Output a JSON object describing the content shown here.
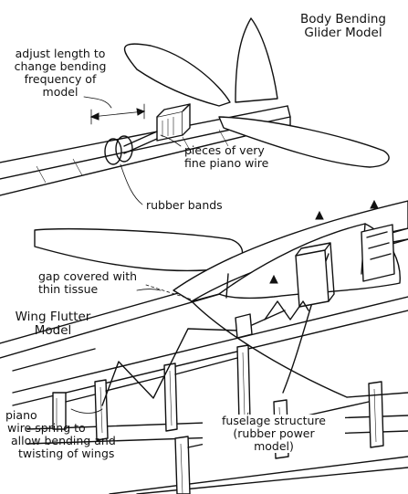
{
  "labels": {
    "glider_title": [
      "Body Bending",
      "Glider Model"
    ],
    "adjust_length": [
      "adjust length to",
      "change bending",
      "frequency of",
      "model"
    ],
    "piano_pieces": [
      "pieces of very",
      "fine piano wire"
    ],
    "rubber_bands": "rubber bands",
    "gap_tissue": [
      "gap covered with",
      "thin tissue"
    ],
    "flutter_title": [
      "Wing Flutter",
      "Model"
    ],
    "piano_spring": [
      "piano",
      "wire spring to",
      "allow bending and",
      "twisting of wings"
    ],
    "fuselage": [
      "fuselage structure",
      "(rubber power",
      "model)"
    ]
  },
  "colors": {
    "ink": "#111111",
    "paper": "#ffffff"
  }
}
